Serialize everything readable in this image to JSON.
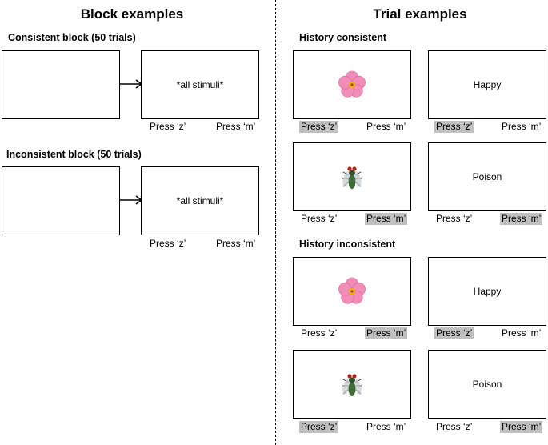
{
  "left": {
    "title": "Block examples",
    "blocks": [
      {
        "label": "Consistent block (50 trials)",
        "target_text": "*all stimuli*",
        "press_left": "Press ‘z’",
        "press_right": "Press ‘m’"
      },
      {
        "label": "Inconsistent block (50 trials)",
        "target_text": "*all stimuli*",
        "press_left": "Press ‘z’",
        "press_right": "Press ‘m’"
      }
    ]
  },
  "right": {
    "title": "Trial examples",
    "sections": [
      {
        "label": "History consistent",
        "trials": [
          {
            "stimulus": "flower-icon",
            "word": "Happy",
            "stim_left": "Press ‘z’",
            "stim_right": "Press ‘m’",
            "word_left": "Press ‘z’",
            "word_right": "Press ‘m’",
            "stim_highlight": "z",
            "word_highlight": "z"
          },
          {
            "stimulus": "fly-icon",
            "word": "Poison",
            "stim_left": "Press ‘z’",
            "stim_right": "Press ‘m’",
            "word_left": "Press ‘z’",
            "word_right": "Press ‘m’",
            "stim_highlight": "m",
            "word_highlight": "m"
          }
        ]
      },
      {
        "label": "History inconsistent",
        "trials": [
          {
            "stimulus": "flower-icon",
            "word": "Happy",
            "stim_left": "Press ‘z’",
            "stim_right": "Press ‘m’",
            "word_left": "Press ‘z’",
            "word_right": "Press ‘m’",
            "stim_highlight": "m",
            "word_highlight": "z"
          },
          {
            "stimulus": "fly-icon",
            "word": "Poison",
            "stim_left": "Press ‘z’",
            "stim_right": "Press ‘m’",
            "word_left": "Press ‘z’",
            "word_right": "Press ‘m’",
            "stim_highlight": "z",
            "word_highlight": "m"
          }
        ]
      }
    ]
  },
  "colors": {
    "highlight": "#c0c0c0",
    "flower_petal": "#f28cb8",
    "flower_center": "#e8b400",
    "fly_body": "#3f6b3a"
  }
}
